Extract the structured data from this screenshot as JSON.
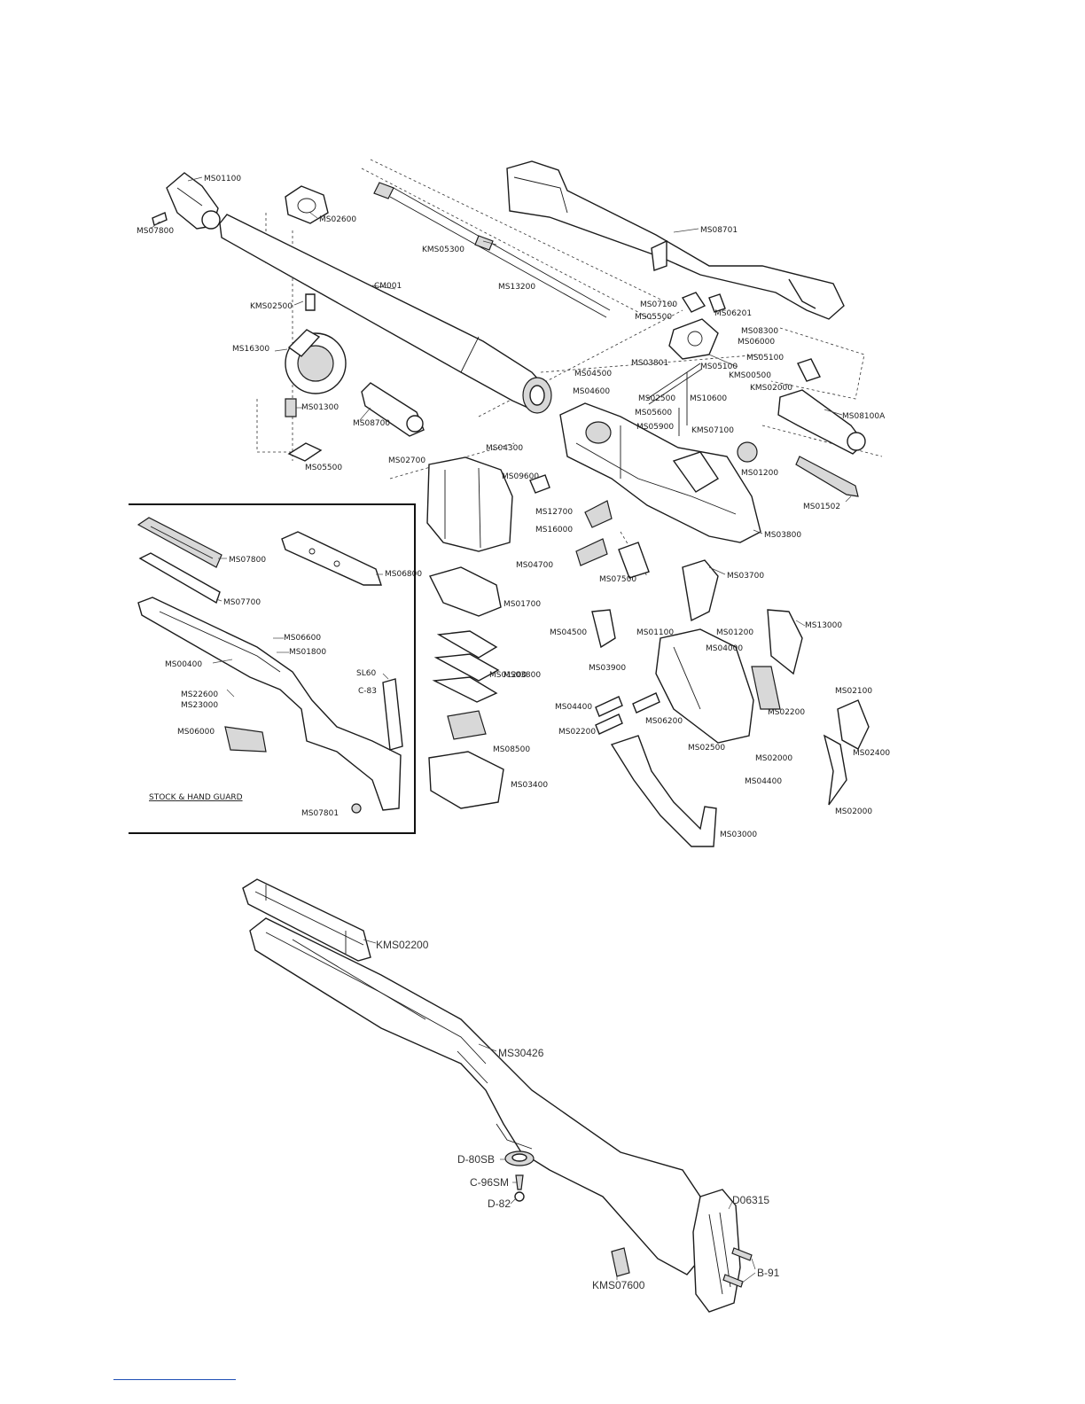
{
  "upper_diagram": {
    "labels": [
      "MS01100",
      "MS07800",
      "MS02600",
      "KMS05300",
      "MS08701",
      "CM001",
      "MS13200",
      "KMS02500",
      "MS07100",
      "MS06201",
      "MS05500",
      "MS16300",
      "MS08300",
      "MS04500",
      "MS04600",
      "MS03801",
      "MS05100",
      "MS02500",
      "MS06000",
      "MS05600",
      "MS05100",
      "MS05900",
      "KMS00500",
      "MS10600",
      "KMS02000",
      "MS08100A",
      "MS01300",
      "KMS07100",
      "MS08700",
      "MS04300",
      "MS01200",
      "MS05500",
      "MS02700",
      "MS01502",
      "MS09600",
      "MS12700",
      "MS16000",
      "MS03800",
      "MS04700",
      "MS07500",
      "MS03700",
      "MS01700",
      "MS13000",
      "MS04500",
      "MS01100",
      "MS01200",
      "MS04000",
      "MS03900",
      "MS01200",
      "MS06200",
      "MS02100",
      "MS02200",
      "MS04400",
      "MS02200",
      "MS02400",
      "MS02500",
      "MS02000",
      "MS03800"
    ]
  },
  "inset": {
    "title": "STOCK & HAND GUARD",
    "labels": [
      "MS07800",
      "MS06800",
      "MS07700",
      "MS06600",
      "MS01800",
      "MS00400",
      "MS22600",
      "MS23000",
      "SL60",
      "C-83",
      "MS06000",
      "MS07801"
    ]
  },
  "lower_diagram": {
    "labels": {
      "handguard": "KMS02200",
      "stock": "MS30426",
      "swivel": "D-80SB",
      "swivel_screw": "C-96SM",
      "swivel_nut": "D-82",
      "buttplate": "D06315",
      "buttplate_screws": "B-91",
      "stock_plate": "KMS07600"
    }
  }
}
